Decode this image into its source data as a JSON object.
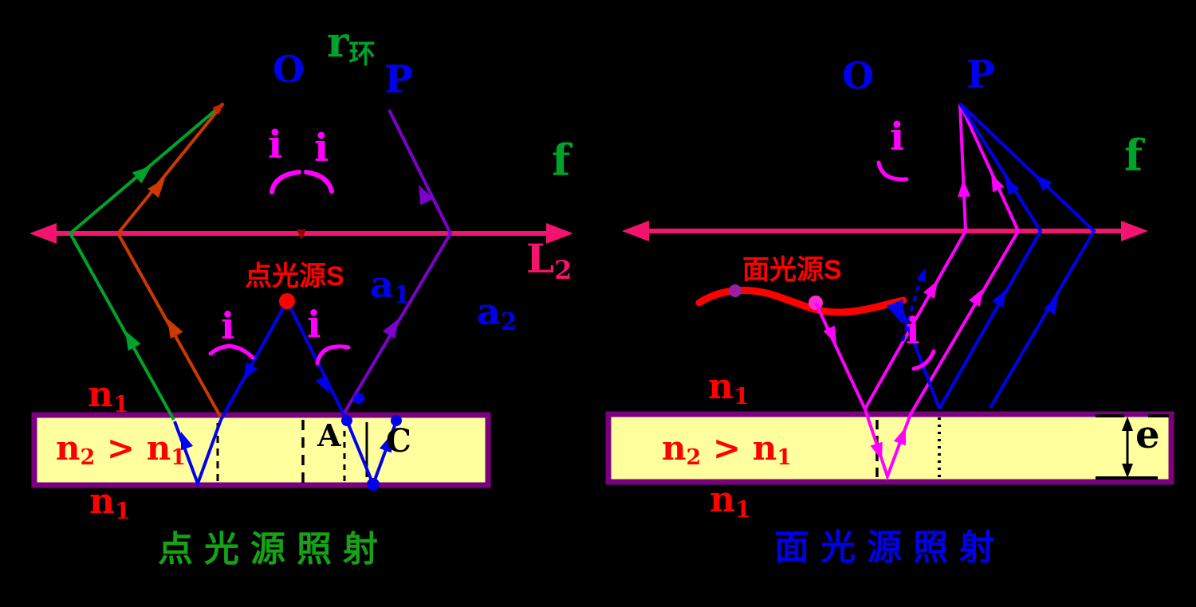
{
  "diagram_type": "thin-film equal-inclination interference optics diagram",
  "colors": {
    "background": "#000000",
    "lens": "#f4146e",
    "blue_ray": "#0000ee",
    "green_ray": "#00a32a",
    "orange_ray": "#cc3a00",
    "purple_ray": "#7d00cc",
    "magenta": "#ff00ff",
    "red_label": "#ff0000",
    "film_fill": "#ffff9e",
    "film_border": "#7a0080",
    "green_title": "#16a216",
    "blue_title": "#0000ee"
  },
  "left_diagram": {
    "title": "点光源照射",
    "o_label": "O",
    "p_label": "P",
    "f_label": "f",
    "r_ring": {
      "base": "r",
      "sub": "环"
    },
    "lens_label": {
      "base": "L",
      "sub": "2"
    },
    "source_label": "点光源S",
    "a1": {
      "base": "a",
      "sub": "1"
    },
    "a2": {
      "base": "a",
      "sub": "2"
    },
    "i_top_left": "i",
    "i_top_right": "i",
    "i_source_left": "i",
    "i_source_right": "i",
    "n1_above": {
      "base": "n",
      "sub": "1"
    },
    "n_relation": [
      {
        "t": "n"
      },
      {
        "t": "2",
        "sub": true
      },
      {
        "t": " > "
      },
      {
        "t": "n"
      },
      {
        "t": "1",
        "sub": true
      }
    ],
    "n1_below": {
      "base": "n",
      "sub": "1"
    },
    "point_A": "A",
    "point_C": "C"
  },
  "right_diagram": {
    "title": "面光源照射",
    "o_label": "O",
    "p_label": "P",
    "f_label": "f",
    "source_label": "面光源S",
    "i_upper": "i",
    "i_lower": "i",
    "n1_above": {
      "base": "n",
      "sub": "1"
    },
    "n_relation": [
      {
        "t": "n"
      },
      {
        "t": "2",
        "sub": true
      },
      {
        "t": " > "
      },
      {
        "t": "n"
      },
      {
        "t": "1",
        "sub": true
      }
    ],
    "n1_below": {
      "base": "n",
      "sub": "1"
    },
    "thickness_label": "e"
  }
}
